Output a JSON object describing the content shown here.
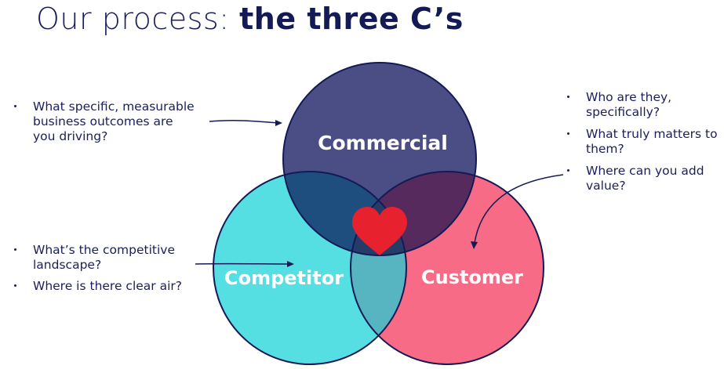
{
  "title": {
    "thin": "Our process: ",
    "bold": "the three C’s"
  },
  "circles": {
    "commercial": "Commercial",
    "competitor": "Competitor",
    "customer": "Customer"
  },
  "colors": {
    "commercial": "#4a4e84",
    "competitor": "#55dfe3",
    "customer": "#f76b86",
    "outline": "#141a55",
    "heart": "#e8212e"
  },
  "left_top": [
    "What specific, measurable business outcomes are you driving?"
  ],
  "left_bottom": [
    "What’s the competitive landscape?",
    "Where is there clear air?"
  ],
  "right": [
    "Who are they, specifically?",
    "What truly matters to them?",
    "Where can you add value?"
  ]
}
